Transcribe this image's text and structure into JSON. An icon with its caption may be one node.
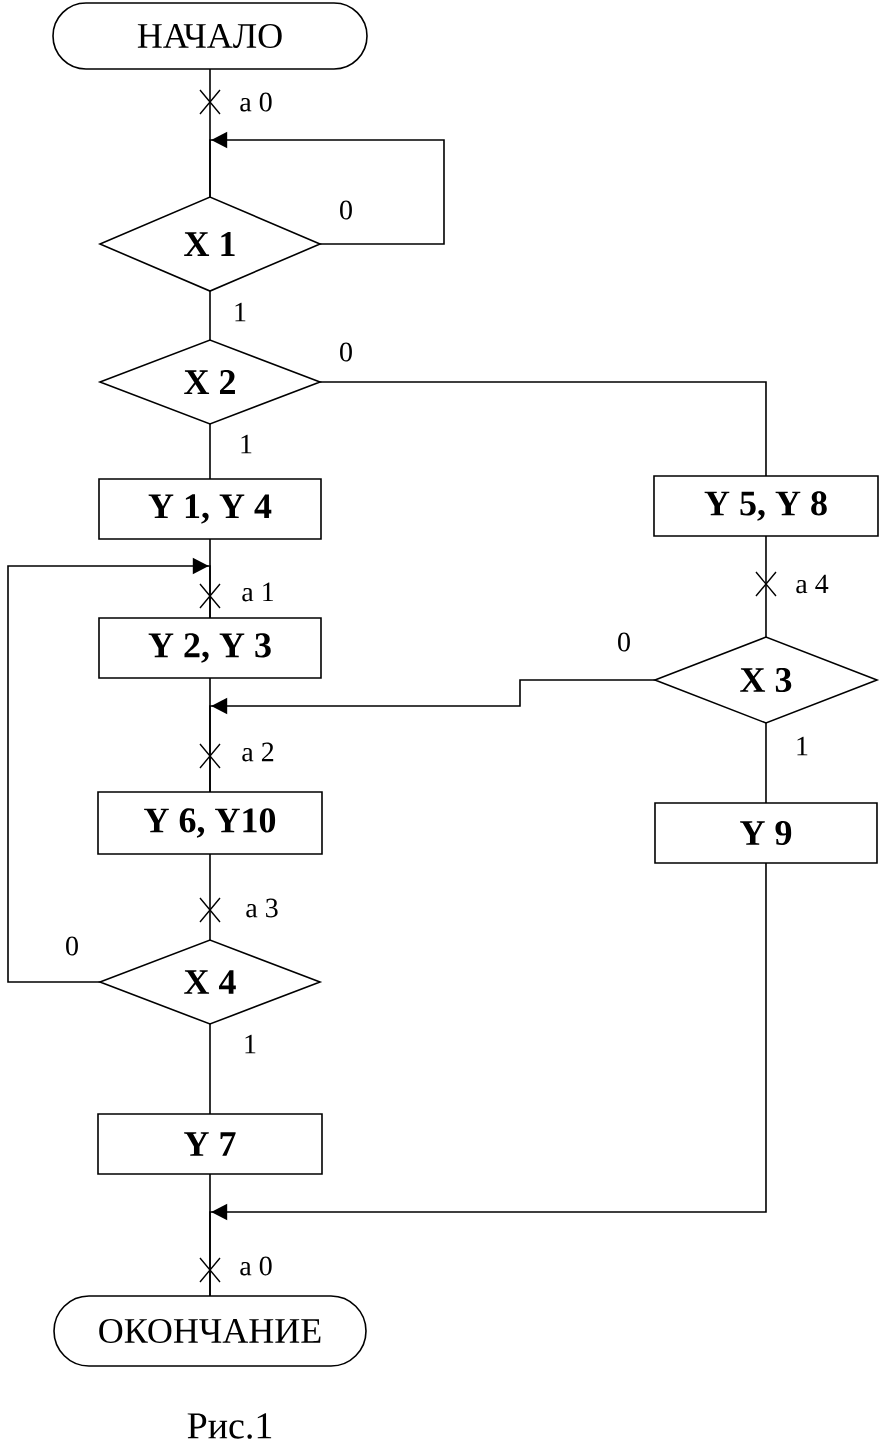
{
  "diagram": {
    "caption": "Рис.1",
    "nodes": [
      {
        "text": [
          "НАЧАЛО"
        ]
      },
      {
        "text": [
          "X 1"
        ]
      },
      {
        "text": [
          "X 2"
        ]
      },
      {
        "text": [
          "Y 1, Y 4"
        ]
      },
      {
        "text": [
          "Y 5, Y 8"
        ]
      },
      {
        "text": [
          "Y 2, Y 3"
        ]
      },
      {
        "text": [
          "X 3"
        ]
      },
      {
        "text": [
          "Y 6, Y10"
        ]
      },
      {
        "text": [
          "Y 9"
        ]
      },
      {
        "text": [
          "X 4"
        ]
      },
      {
        "text": [
          "Y 7"
        ]
      },
      {
        "text": [
          "ОКОНЧАНИЕ"
        ]
      }
    ],
    "edges": [
      {
        "from": 0,
        "to": 1,
        "arrow": "none",
        "label": "a 0"
      },
      {
        "from": 1,
        "to": 1,
        "arrow": "to",
        "label": "0"
      },
      {
        "from": 1,
        "to": 2,
        "arrow": "none",
        "label": "1"
      },
      {
        "from": 2,
        "to": 3,
        "arrow": "none",
        "label": "1"
      },
      {
        "from": 2,
        "to": 4,
        "arrow": "none",
        "label": "0"
      },
      {
        "from": 3,
        "to": 5,
        "arrow": "none",
        "label": "a 1"
      },
      {
        "from": 4,
        "to": 6,
        "arrow": "none",
        "label": "a 4"
      },
      {
        "from": 5,
        "to": 7,
        "arrow": "none",
        "label": "a 2"
      },
      {
        "from": 6,
        "to": 7,
        "arrow": "to",
        "label": "0"
      },
      {
        "from": 6,
        "to": 8,
        "arrow": "none",
        "label": "1"
      },
      {
        "from": 7,
        "to": 9,
        "arrow": "none",
        "label": "a 3"
      },
      {
        "from": 9,
        "to": 5,
        "arrow": "to",
        "label": "0"
      },
      {
        "from": 9,
        "to": 10,
        "arrow": "none",
        "label": "1"
      },
      {
        "from": 8,
        "to": 11,
        "arrow": "to"
      },
      {
        "from": 10,
        "to": 11,
        "arrow": "none",
        "label": "a 0"
      }
    ]
  }
}
